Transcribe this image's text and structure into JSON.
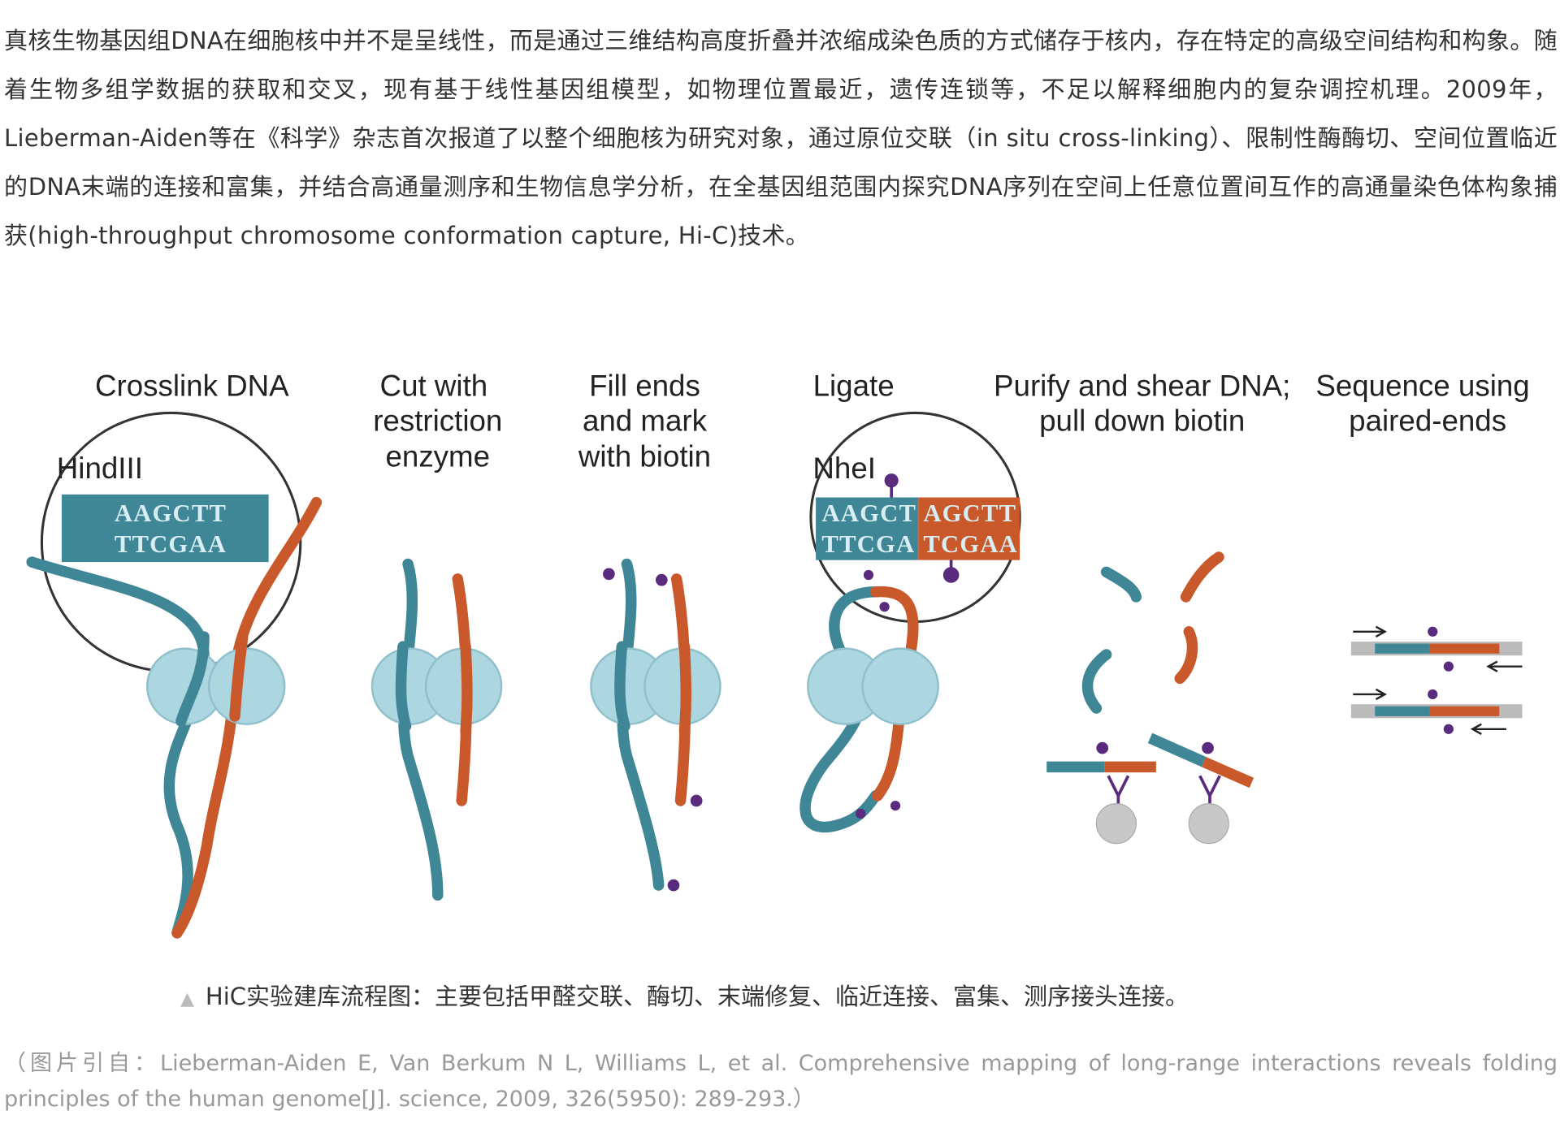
{
  "paragraph": "真核生物基因组DNA在细胞核中并不是呈线性，而是通过三维结构高度折叠并浓缩成染色质的方式储存于核内，存在特定的高级空间结构和构象。随着生物多组学数据的获取和交叉，现有基于线性基因组模型，如物理位置最近，遗传连锁等，不足以解释细胞内的复杂调控机理。2009年，Lieberman-Aiden等在《科学》杂志首次报道了以整个细胞核为研究对象，通过原位交联（in situ cross-linking）、限制性酶酶切、空间位置临近的DNA末端的连接和富集，并结合高通量测序和生物信息学分析，在全基因组范围内探究DNA序列在空间上任意位置间互作的高通量染色体构象捕获(high-throughput chromosome conformation capture, Hi-C)技术。",
  "figure": {
    "steps": [
      {
        "lines": [
          "Crosslink DNA"
        ]
      },
      {
        "lines": [
          "Cut with",
          "restriction",
          "enzyme"
        ]
      },
      {
        "lines": [
          "Fill ends",
          "and mark",
          "with biotin"
        ]
      },
      {
        "lines": [
          "Ligate"
        ]
      },
      {
        "lines": [
          "Purify and shear DNA;",
          "pull down biotin"
        ]
      },
      {
        "lines": [
          "Sequence using",
          "paired-ends"
        ]
      }
    ],
    "enzyme1": "HindIII",
    "enzyme2": "NheI",
    "seq1_top": "AAGCTT",
    "seq1_bottom": "TTCGAA",
    "seq2_top_left": "AAGCT",
    "seq2_top_right": "AGCTT",
    "seq2_bottom_left": "TTCGA",
    "seq2_bottom_right": "TCGAA",
    "colors": {
      "teal": "#3f8797",
      "orange": "#c9582a",
      "protein": "#acd6e0",
      "biotin": "#5a2a7e",
      "bead": "#c8c8c8"
    }
  },
  "caption": {
    "marker": "▲",
    "text": "HiC实验建库流程图：主要包括甲醛交联、酶切、末端修复、临近连接、富集、测序接头连接。"
  },
  "citation": "（图片引自：Lieberman-Aiden E, Van Berkum N L, Williams L, et al. Comprehensive mapping of long-range interactions reveals folding principles of the human genome[J]. science, 2009, 326(5950): 289-293.）"
}
